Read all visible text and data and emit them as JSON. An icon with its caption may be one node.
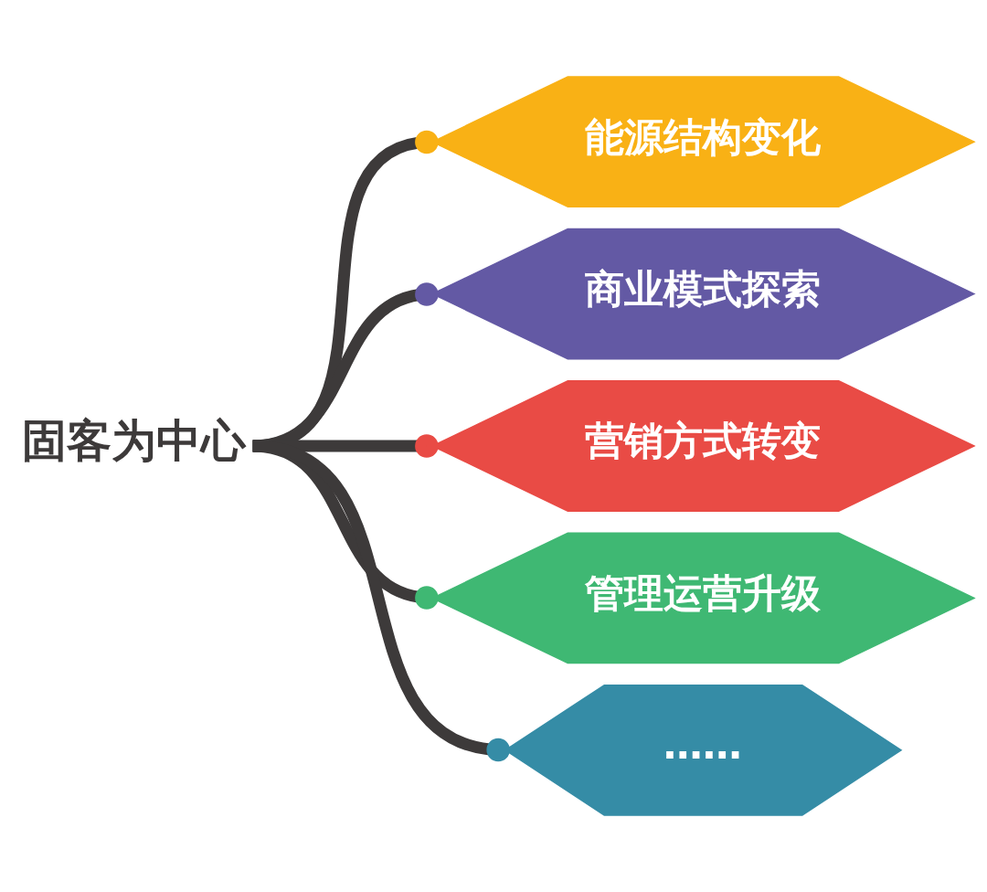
{
  "diagram": {
    "nodes": [
      {
        "text": [
          "固客为中心"
        ]
      },
      {
        "text": [
          "能源结构变化"
        ]
      },
      {
        "text": [
          "商业模式探索"
        ]
      },
      {
        "text": [
          "营销方式转变"
        ]
      },
      {
        "text": [
          "管理运营升级"
        ]
      },
      {
        "text": [
          "……"
        ]
      }
    ],
    "edges": [
      {
        "from": 0,
        "to": 1,
        "arrow": "other"
      },
      {
        "from": 0,
        "to": 2,
        "arrow": "other"
      },
      {
        "from": 0,
        "to": 3,
        "arrow": "other"
      },
      {
        "from": 0,
        "to": 4,
        "arrow": "other"
      },
      {
        "from": 0,
        "to": 5,
        "arrow": "other"
      }
    ]
  }
}
